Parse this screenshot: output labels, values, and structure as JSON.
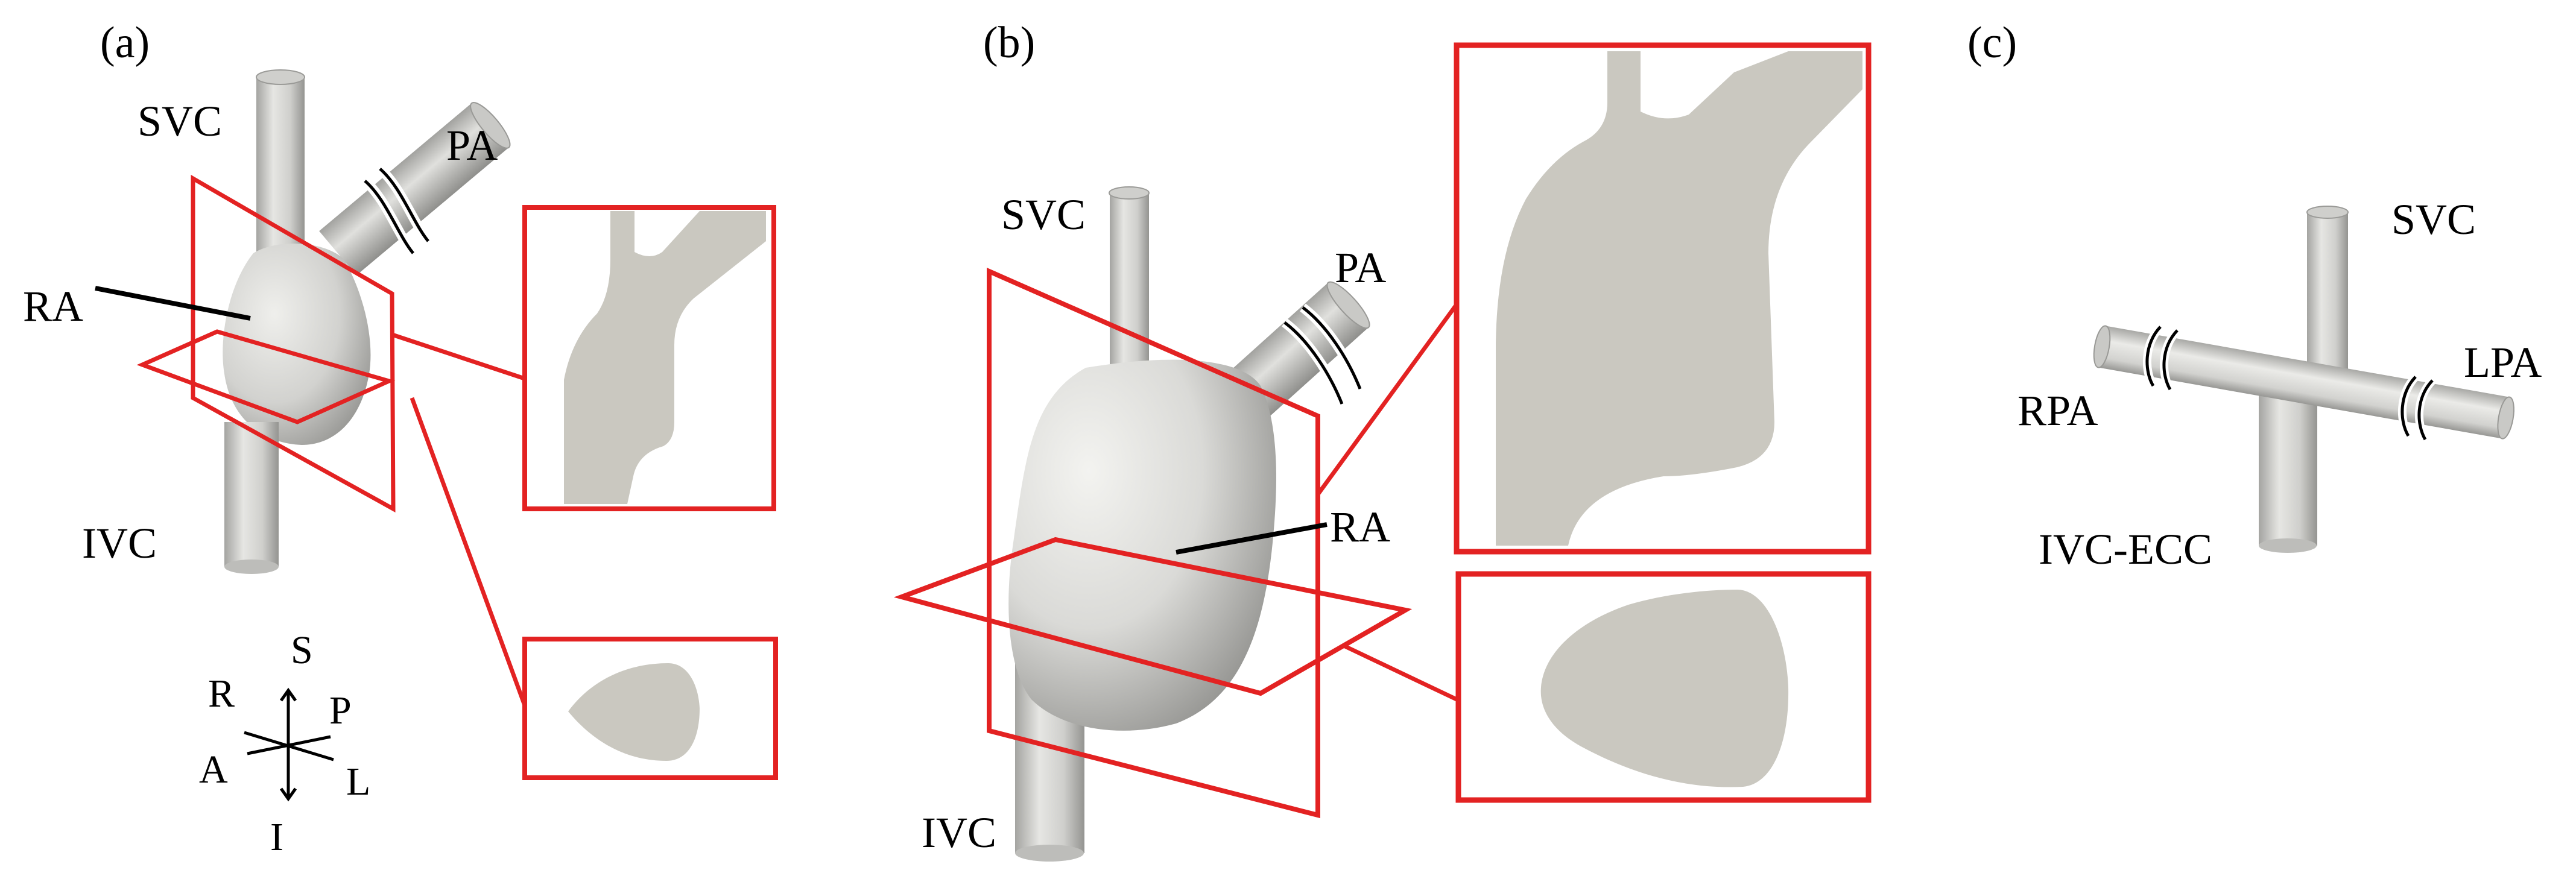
{
  "panels": {
    "a": {
      "label": "(a)",
      "vessels": {
        "svc": "SVC",
        "pa": "PA",
        "ra": "RA",
        "ivc": "IVC"
      }
    },
    "b": {
      "label": "(b)",
      "vessels": {
        "svc": "SVC",
        "pa": "PA",
        "ra": "RA",
        "ivc": "IVC"
      }
    },
    "c": {
      "label": "(c)",
      "vessels": {
        "svc": "SVC",
        "lpa": "LPA",
        "rpa": "RPA",
        "ivc_ecc": "IVC-ECC"
      }
    }
  },
  "orientation": {
    "superior": "S",
    "inferior": "I",
    "right": "R",
    "left": "L",
    "anterior": "A",
    "posterior": "P"
  },
  "colors": {
    "vessel_fill": "#d3d3d0",
    "vessel_shade": "#9a9a97",
    "section_fill": "#cac8c0",
    "cut_plane": "#e32222",
    "text": "#000000"
  }
}
